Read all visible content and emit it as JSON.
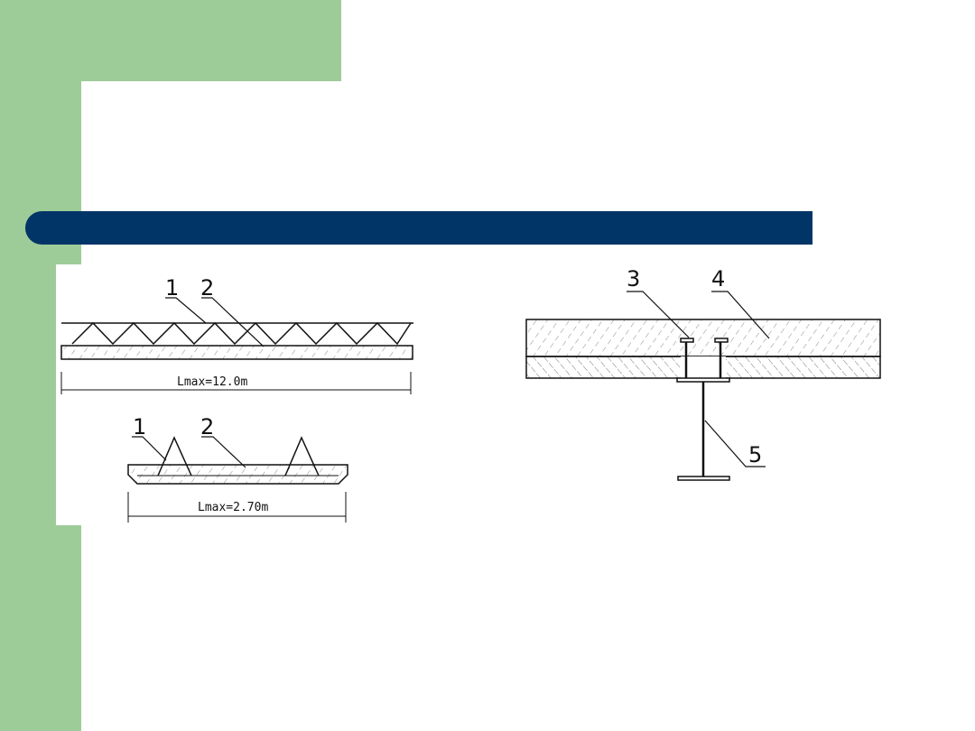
{
  "colors": {
    "accent_green": "#9ecc98",
    "title_bar": "#013567"
  },
  "figure_left": {
    "top": {
      "label_1": "1",
      "label_2": "2",
      "dimension": "Lmax=12.0m"
    },
    "bottom": {
      "label_1": "1",
      "label_2": "2",
      "dimension": "Lmax=2.70m"
    }
  },
  "figure_right": {
    "label_3": "3",
    "label_4": "4",
    "label_5": "5"
  }
}
